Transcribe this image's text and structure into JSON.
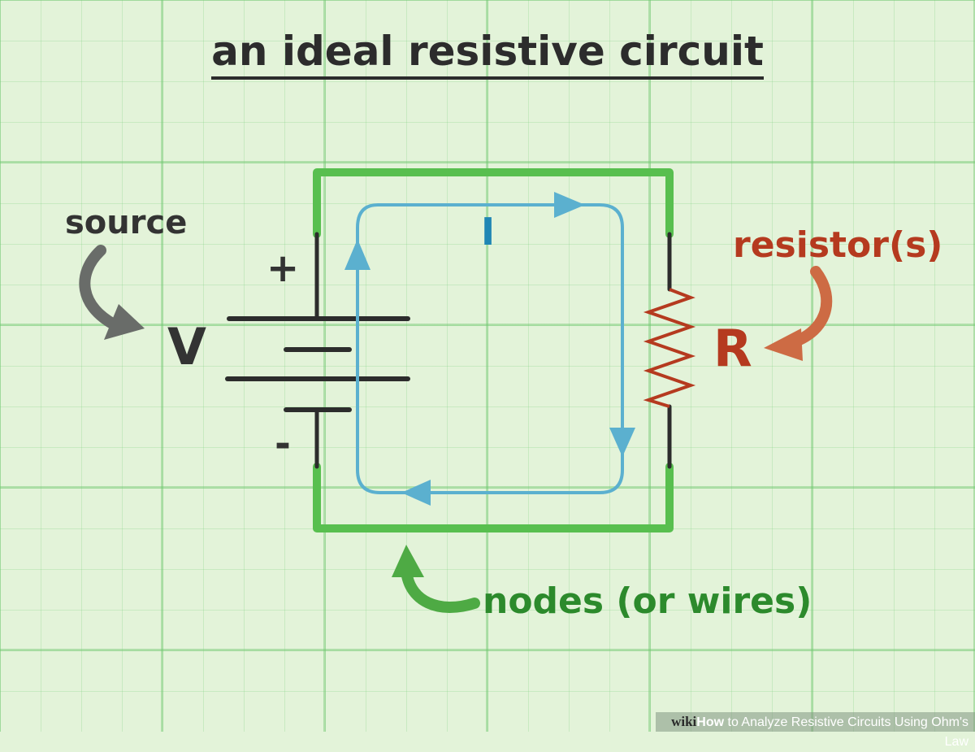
{
  "title": "an ideal resistive circuit",
  "labels": {
    "source": "source",
    "voltage": "V",
    "plus": "+",
    "minus": "-",
    "current": "I",
    "resistors": "resistor(s)",
    "resistance": "R",
    "nodes": "nodes (or wires)"
  },
  "watermark": {
    "brand": "wiki",
    "how": "How",
    "rest": " to Analyze Resistive Circuits Using Ohm's Law"
  },
  "colors": {
    "wire": "#58bf4f",
    "conductor": "#2c2c2c",
    "current": "#5bb0cf",
    "resistor": "#b53a1f",
    "source_arrow": "#696c69",
    "resistor_arrow": "#cd6b44",
    "nodes_arrow": "#4eaa44"
  },
  "icons": {
    "source_arrow": "curved-arrow-icon",
    "resistor_arrow": "curved-arrow-icon",
    "nodes_arrow": "curved-arrow-icon"
  }
}
